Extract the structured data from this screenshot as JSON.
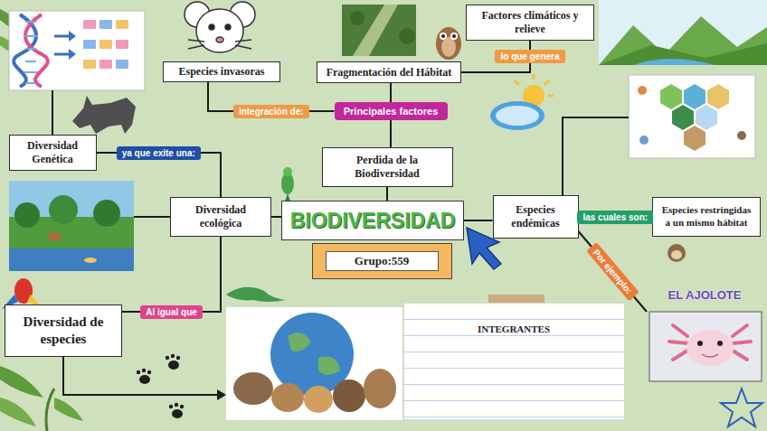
{
  "diagram": {
    "nodes": [
      {
        "text": [
          "BIODIVERSIDAD"
        ]
      },
      {
        "text": [
          "Grupo:559"
        ]
      },
      {
        "text": [
          "Perdida de la Biodiversidad"
        ]
      },
      {
        "text": [
          "Principales factores"
        ]
      },
      {
        "text": [
          "Especies invasoras"
        ]
      },
      {
        "text": [
          "Fragmentación del Hábitat"
        ]
      },
      {
        "text": [
          "Factores climáticos y relieve"
        ]
      },
      {
        "text": [
          "Diversidad ecológica"
        ]
      },
      {
        "text": [
          "Diversidad Genética"
        ]
      },
      {
        "text": [
          "Diversidad de especies"
        ]
      },
      {
        "text": [
          "Especies endémicas"
        ]
      },
      {
        "text": [
          "Especies restringidas a un mismo hábitat"
        ]
      },
      {
        "text": [
          "EL AJOLOTE"
        ]
      },
      {
        "text": [
          "INTEGRANTES"
        ]
      }
    ],
    "edges": [
      {
        "from": 0,
        "to": 2,
        "arrow": "none"
      },
      {
        "from": 2,
        "to": 3,
        "arrow": "none"
      },
      {
        "from": 3,
        "to": 4,
        "label": "integración de:",
        "arrow": "none"
      },
      {
        "from": 3,
        "to": 5,
        "arrow": "none"
      },
      {
        "from": 5,
        "to": 6,
        "label": "lo que genera",
        "arrow": "none"
      },
      {
        "from": 0,
        "to": 7,
        "arrow": "none"
      },
      {
        "from": 7,
        "to": 8,
        "label": "ya que exite una:",
        "arrow": "none"
      },
      {
        "from": 7,
        "to": 9,
        "label": "Al igual que",
        "arrow": "none"
      },
      {
        "from": 0,
        "to": 10,
        "arrow": "none"
      },
      {
        "from": 10,
        "to": 11,
        "label": "las cuales son:",
        "arrow": "none"
      },
      {
        "from": 10,
        "to": 12,
        "label": "Por ejemplo:",
        "arrow": "none"
      }
    ]
  }
}
